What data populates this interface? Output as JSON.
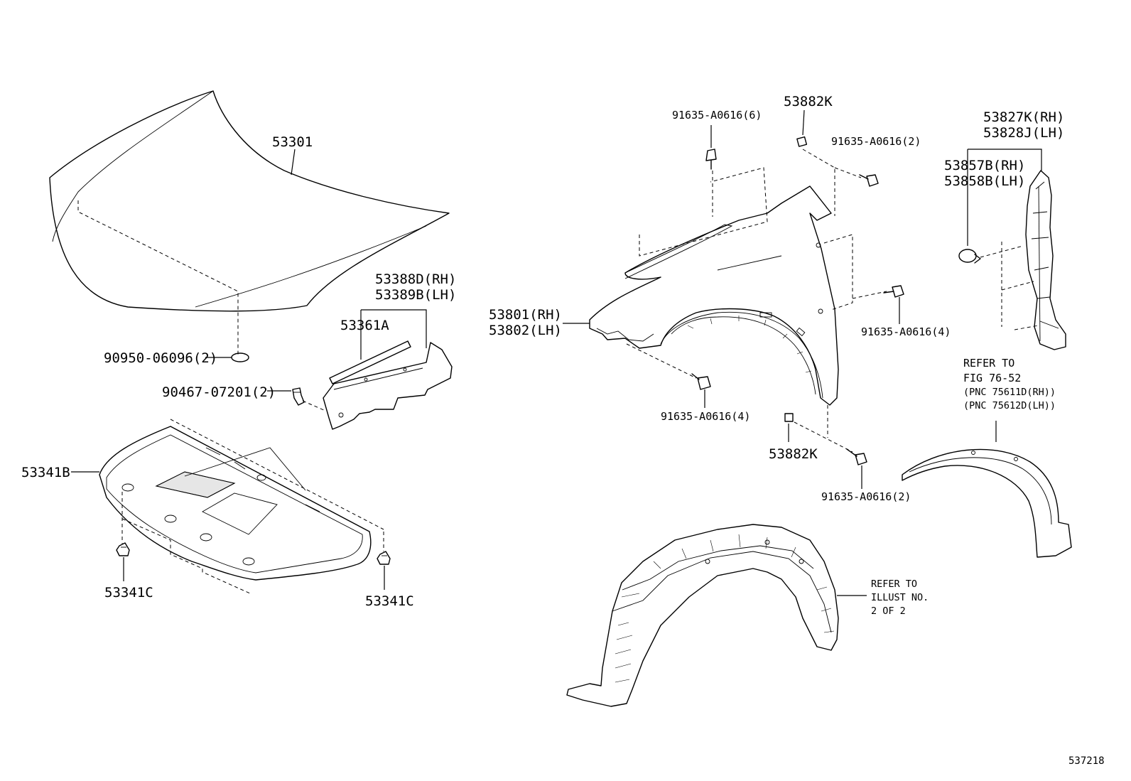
{
  "labels": {
    "hood": "53301",
    "seal_rh": "53388D(RH)",
    "seal_lh": "53389B(LH)",
    "seal_strip": "53361A",
    "hood_cushion": "90950-06096(2)",
    "clip_90467": "90467-07201(2)",
    "insulator": "53341B",
    "retainer_left": "53341C",
    "retainer_right": "53341C",
    "fender_rh": "53801(RH)",
    "fender_lh": "53802(LH)",
    "bolt_top": "91635-A0616(6)",
    "nut_top": "53882K",
    "bolt_top_right": "91635-A0616(2)",
    "bolt_mid_right": "91635-A0616(4)",
    "bolt_bottom": "91635-A0616(4)",
    "nut_bottom": "53882K",
    "bolt_bottom_right": "91635-A0616(2)",
    "seal_fender_rh": "53827K(RH)",
    "seal_fender_lh": "53828J(LH)",
    "clip_rh": "53857B(RH)",
    "clip_lh": "53858B(LH)",
    "refer_fig_1": "REFER TO",
    "refer_fig_2": "FIG 76-52",
    "refer_fig_3": "(PNC 75611D(RH))",
    "refer_fig_4": "(PNC 75612D(LH))",
    "refer_illust_1": "REFER TO",
    "refer_illust_2": "ILLUST NO.",
    "refer_illust_3": "2 OF 2",
    "figure_number": "537218"
  }
}
